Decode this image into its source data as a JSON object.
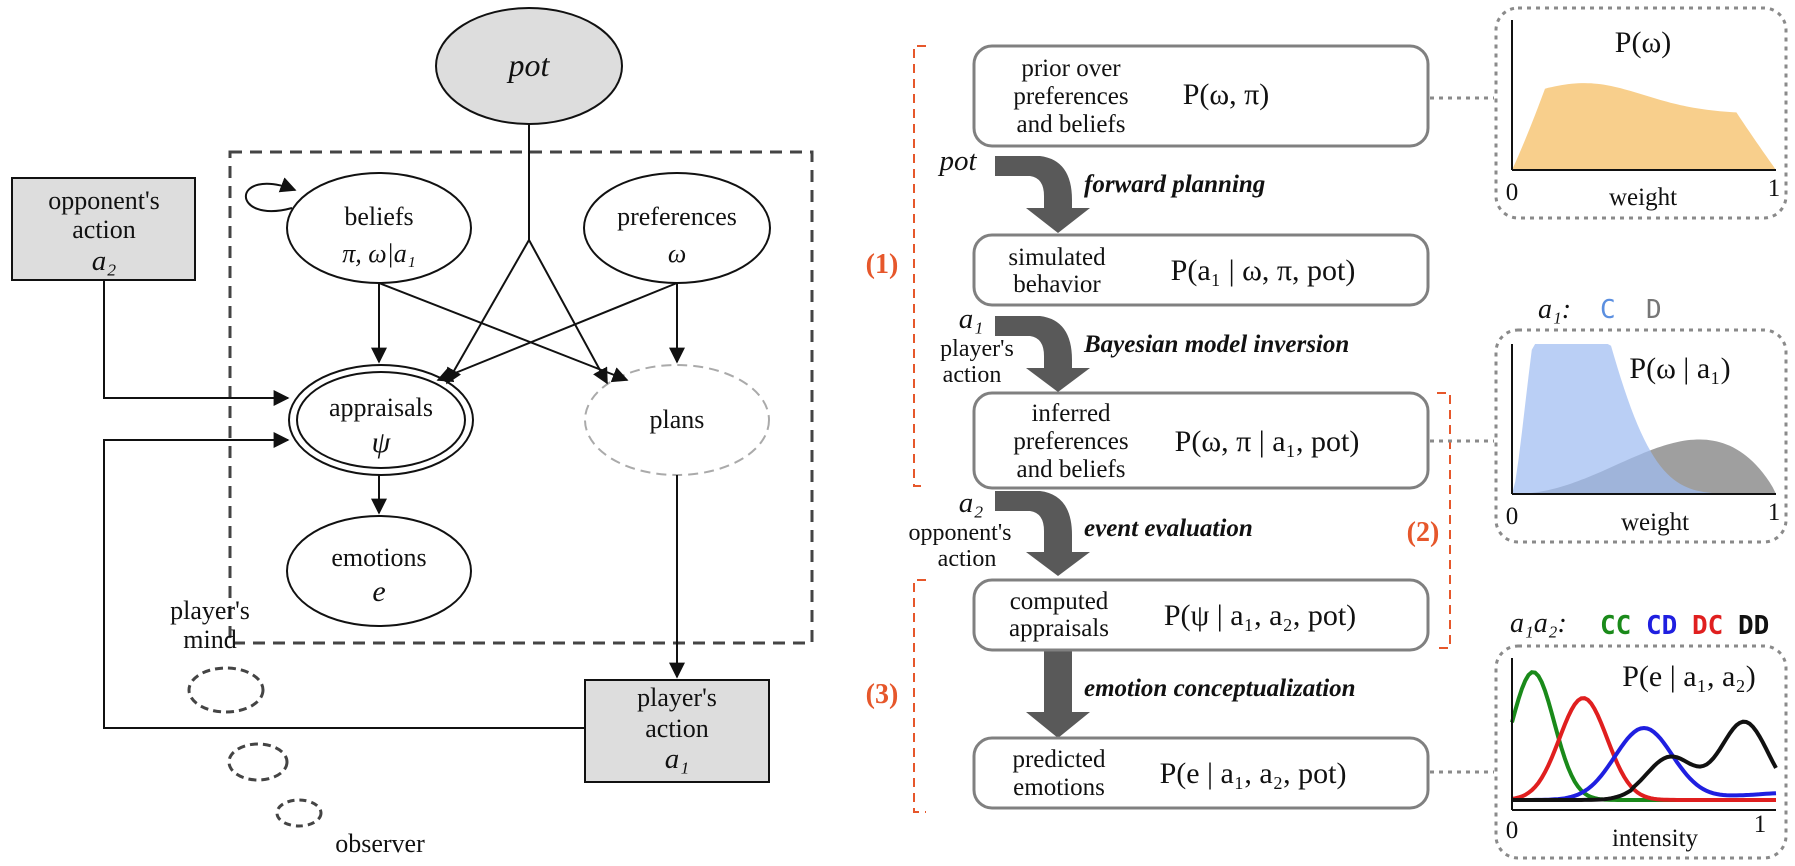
{
  "left": {
    "pot": "pot",
    "opponent_action": [
      "opponent's",
      "action",
      "a₂"
    ],
    "beliefs": [
      "beliefs",
      "π,  ω|a₁"
    ],
    "preferences": [
      "preferences",
      "ω"
    ],
    "appraisals": [
      "appraisals",
      "ψ"
    ],
    "plans": "plans",
    "emotions": [
      "emotions",
      "e"
    ],
    "players_mind": [
      "player's",
      "mind"
    ],
    "player_action": [
      "player's",
      "action",
      "a₁"
    ],
    "observer": "observer"
  },
  "pipeline": {
    "boxes": [
      {
        "lines": [
          "prior over",
          "preferences",
          "and beliefs"
        ],
        "formula": "P(ω, π)"
      },
      {
        "lines": [
          "simulated",
          "behavior"
        ],
        "formula": "P(a₁ | ω, π, pot)"
      },
      {
        "lines": [
          "inferred",
          "preferences",
          "and beliefs"
        ],
        "formula": "P(ω, π | a₁, pot)"
      },
      {
        "lines": [
          "computed",
          "appraisals"
        ],
        "formula": "P(ψ | a₁, a₂, pot)"
      },
      {
        "lines": [
          "predicted",
          "emotions"
        ],
        "formula": "P(e | a₁, a₂, pot)"
      }
    ],
    "steps": [
      "forward planning",
      "Bayesian model inversion",
      "event evaluation",
      "emotion conceptualization"
    ],
    "inputs": {
      "pot": "pot",
      "a1": "a₁",
      "a1_desc": [
        "player's",
        "action"
      ],
      "a2": "a₂",
      "a2_desc": [
        "opponent's",
        "action"
      ]
    },
    "brackets": [
      "(1)",
      "(2)",
      "(3)"
    ]
  },
  "panels": [
    {
      "title": "P(ω)",
      "xlabel": "weight",
      "x0": "0",
      "x1": "1"
    },
    {
      "title": "P(ω | a₁)",
      "xlabel": "weight",
      "x0": "0",
      "x1": "1",
      "legend_prefix": "a₁:",
      "legend": [
        {
          "label": "C",
          "color": "#5b8fe0"
        },
        {
          "label": "D",
          "color": "#777777"
        }
      ]
    },
    {
      "title": "P(e | a₁, a₂)",
      "xlabel": "intensity",
      "x0": "0",
      "x1": "1",
      "legend_prefix": "a₁a₂:",
      "legend": [
        {
          "label": "CC",
          "color": "#1a8a1a"
        },
        {
          "label": "CD",
          "color": "#1f1fe0"
        },
        {
          "label": "DC",
          "color": "#e01f1f"
        },
        {
          "label": "DD",
          "color": "#111111"
        }
      ]
    }
  ],
  "colors": {
    "prior_fill": "#f8cf8c",
    "c_fill": "#9fbdf1",
    "d_fill": "#9a9a9a",
    "arrow": "#595959",
    "bracket": "#e6572b"
  }
}
